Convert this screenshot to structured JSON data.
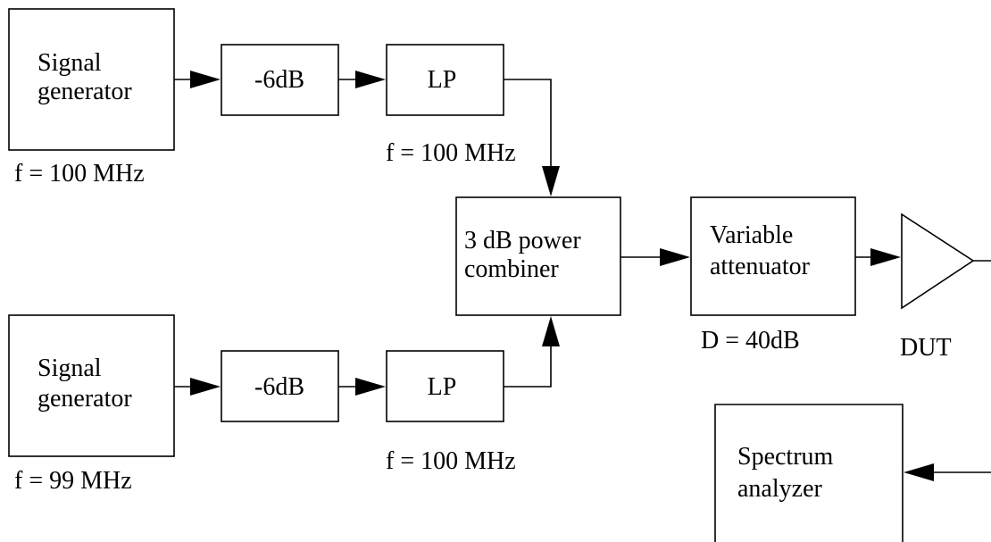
{
  "blocks": {
    "gen1": {
      "line1": "Signal",
      "line2": "generator",
      "freq": "f = 100 MHz"
    },
    "att1": {
      "label": "-6dB"
    },
    "lp1": {
      "label": "LP",
      "freq": "f = 100 MHz"
    },
    "gen2": {
      "line1": "Signal",
      "line2": "generator",
      "freq": "f = 99 MHz"
    },
    "att2": {
      "label": "-6dB"
    },
    "lp2": {
      "label": "LP",
      "freq": "f = 100 MHz"
    },
    "combiner": {
      "line1": "3 dB power",
      "line2": "combiner"
    },
    "varatt": {
      "line1": "Variable",
      "line2": "attenuator",
      "value": "D = 40dB"
    },
    "dut": {
      "label": "DUT"
    },
    "analyzer": {
      "line1": "Spectrum",
      "line2": "analyzer"
    }
  }
}
